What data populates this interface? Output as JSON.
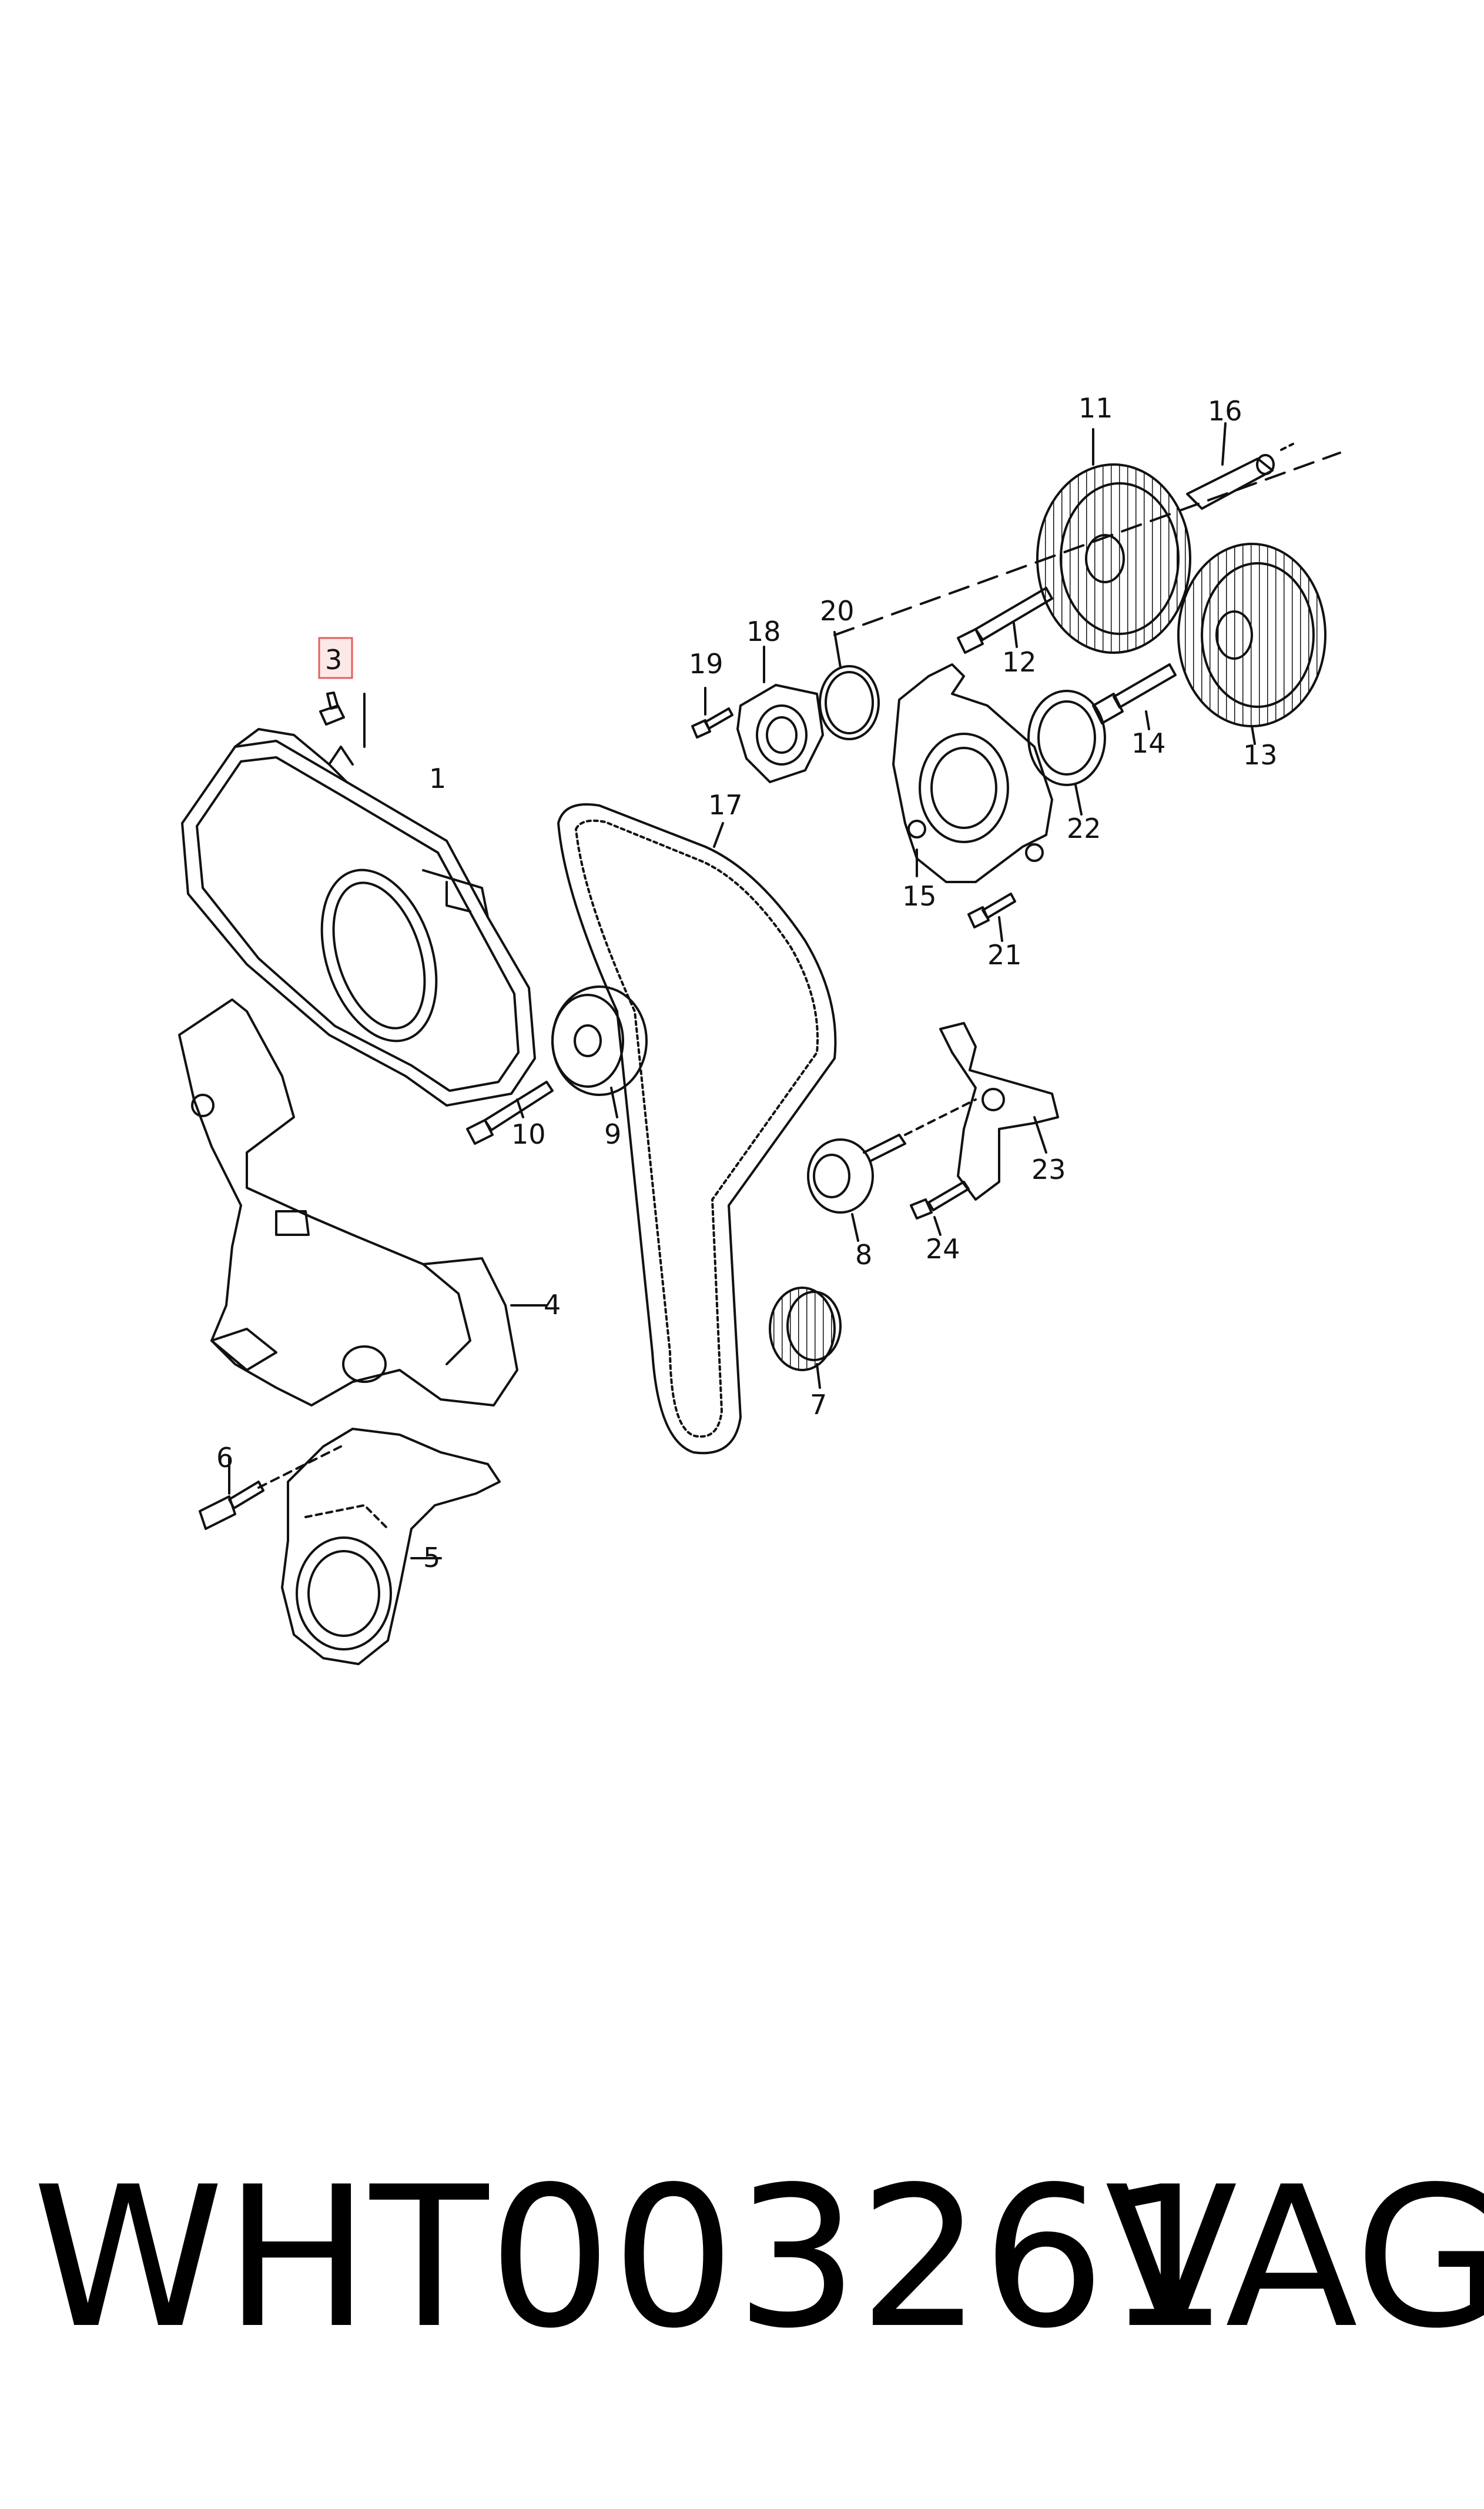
{
  "callouts": [
    {
      "id": "1",
      "label": "1"
    },
    {
      "id": "3",
      "label": "3",
      "highlight": true
    },
    {
      "id": "4",
      "label": "4"
    },
    {
      "id": "5",
      "label": "5"
    },
    {
      "id": "6",
      "label": "6"
    },
    {
      "id": "7",
      "label": "7"
    },
    {
      "id": "8",
      "label": "8"
    },
    {
      "id": "9",
      "label": "9"
    },
    {
      "id": "10",
      "label": "10"
    },
    {
      "id": "11",
      "label": "11"
    },
    {
      "id": "12",
      "label": "12"
    },
    {
      "id": "13",
      "label": "13"
    },
    {
      "id": "14",
      "label": "14"
    },
    {
      "id": "15",
      "label": "15"
    },
    {
      "id": "16",
      "label": "16"
    },
    {
      "id": "17",
      "label": "17"
    },
    {
      "id": "18",
      "label": "18"
    },
    {
      "id": "19",
      "label": "19"
    },
    {
      "id": "20",
      "label": "20"
    },
    {
      "id": "21",
      "label": "21"
    },
    {
      "id": "22",
      "label": "22"
    },
    {
      "id": "23",
      "label": "23"
    },
    {
      "id": "24",
      "label": "24"
    }
  ],
  "colors": {
    "line": "#111111",
    "highlight_border": "#e06060",
    "highlight_fill": "#fde8e8"
  },
  "footer": {
    "part_number": "WHT003261",
    "brand": "VAG"
  }
}
